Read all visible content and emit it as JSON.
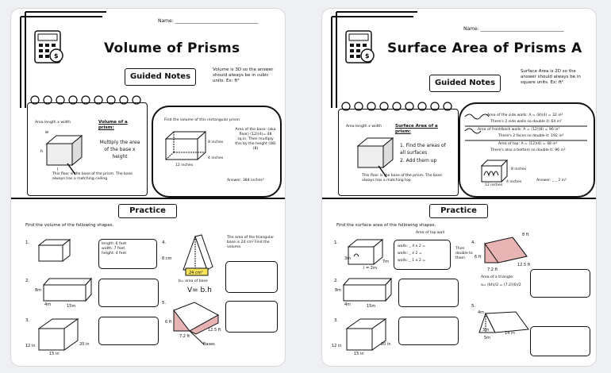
{
  "left": {
    "name_label": "Name: ___________________________________",
    "title": "Volume of Prisms",
    "guided_notes": "Guided Notes",
    "tip": "Volume is 3D so the answer should always be in cubic units. Ex: ft³",
    "formula_label": "Area length x width",
    "def_title": "Volume of a prism:",
    "def_body": "Multiply the area of the base x height",
    "dim_w": "w",
    "dim_h": "h",
    "dim_l": "l",
    "floor_note": "This floor is the base of the prism. The base always has a matching ceiling",
    "ex_title": "Find the volume of this rectangular prism",
    "ex_dim_a": "8 inches",
    "ex_dim_b": "4 inches",
    "ex_dim_c": "12 inches",
    "ex_steps": "Area of the base: (aka floor) (12)(4)= 48 sq.in. Then multiply this by the height (48)(8)",
    "ex_answer": "Answer: 384 inches³",
    "practice": "Practice",
    "instructions": "Find the volume of the following shapes.",
    "p1_num": "1.",
    "p1_dims": "length: 6 feet\nwidth: 7 feet\nheight: 4 feet",
    "p2_num": "2.",
    "p2_a": "8m",
    "p2_b": "4m",
    "p2_c": "15m",
    "p3_num": "3.",
    "p3_a": "12 in",
    "p3_b": "20 in",
    "p3_c": "15 in",
    "p4_num": "4.",
    "p4_h": "8 cm",
    "p4_base_area": "24 cm²",
    "p4_base_note": "b= area of base",
    "p4_formula": "V= b.h",
    "p4_text": "The area of the triangular base is 24 cm² Find the volume.",
    "p5_num": "5.",
    "p5_a": "6 ft",
    "p5_b": "12.5 ft",
    "p5_c": "7.2 ft",
    "p5_bases": "Bases"
  },
  "right": {
    "name_label": "Name: ___________________________________",
    "title": "Surface Area of Prisms A",
    "guided_notes": "Guided Notes",
    "tip": "Surface Area is 2D so the answer should always be in square units. Ex: ft²",
    "formula_label": "Area length x width",
    "def_title": "Surface Area of a prism:",
    "def_body1": "1. Find the areas of all surfaces",
    "def_body2": "2. Add them up",
    "floor_note": "This floor is the base of the prism. The base always has a matching top",
    "side_walls": "Area of the side walls: A = (8)(4) = 32 in²",
    "side_walls_b": "There's 2 side walls so double it: 64 in²",
    "front_walls": "Area of front/back walls: A = (12)(8) = 96 in²",
    "front_walls_b": "There's 2 faces so double it: 192 in²",
    "top": "Area of top: A = (12)(4) = 48 in²",
    "top_b": "There's also a bottom so double it: 96 in²",
    "ex_dim_a": "8 inches",
    "ex_dim_b": "4 inches",
    "ex_dim_c": "12 inches",
    "ex_answer": "Answer: _ _ 2 in²",
    "practice": "Practice",
    "instructions": "Find the surface area of the following shapes.",
    "top_wall": "Area of top wall",
    "p1_num": "1.",
    "p1_walls": "walls: _ 4 x 2 =\nwalls: _ x 2 =\nwalls: _ 1 x 2 =",
    "p1_then": "Then double to them",
    "p1_a": "3m",
    "p1_b": "7m",
    "p1_c": "l = 2m",
    "p2_num": "2.",
    "p2_a": "8m",
    "p2_b": "4m",
    "p2_c": "15m",
    "p3_num": "3.",
    "p3_a": "12 in",
    "p3_b": "20 in",
    "p3_c": "15 in",
    "p4_num": "4.",
    "p4_a": "6 ft",
    "p4_b": "8 ft",
    "p4_c": "12.5 ft",
    "p4_d": "7.2 ft",
    "p4_tri": "Area of a triangle:",
    "p4_formula": "a= (bh)/2 = (7.2)(6)/2",
    "p5_num": "5.",
    "p5_a": "4m",
    "p5_b": "3m",
    "p5_c": "5m",
    "p5_d": "14 m"
  }
}
